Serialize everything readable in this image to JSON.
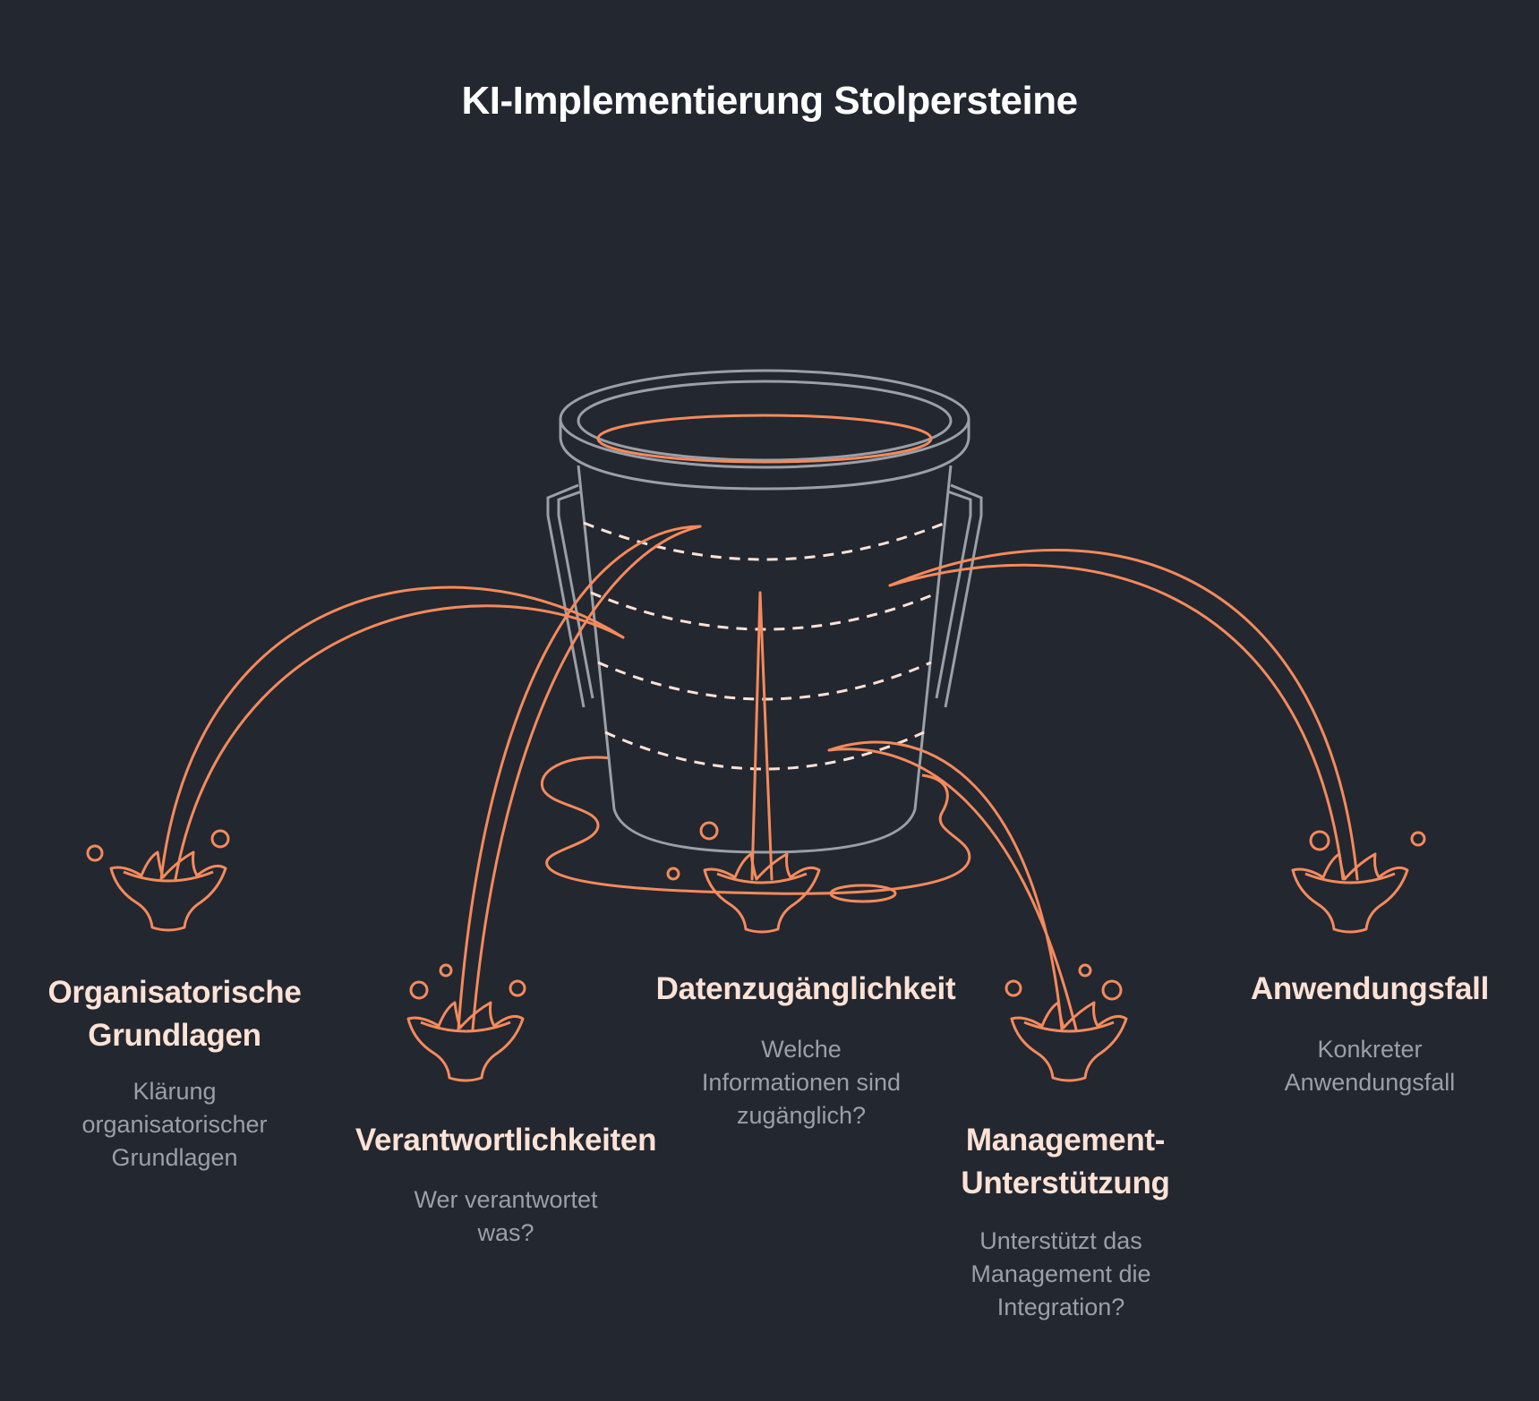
{
  "title": "KI-Implementierung Stolpersteine",
  "colors": {
    "background": "#23272f",
    "accent": "#f58a5c",
    "bucket": "#9aa0a8",
    "label": "#fde2d6",
    "description": "#9aa0a8"
  },
  "items": [
    {
      "label": "Organisatorische\nGrundlagen",
      "description": "Klärung\norganisatorischer\nGrundlagen"
    },
    {
      "label": "Verantwortlichkeiten",
      "description": "Wer verantwortet\nwas?"
    },
    {
      "label": "Datenzugänglichkeit",
      "description": "Welche\nInformationen sind\nzugänglich?"
    },
    {
      "label": "Management-\nUnterstützung",
      "description": "Unterstützt das\nManagement die\nIntegration?"
    },
    {
      "label": "Anwendungsfall",
      "description": "Konkreter\nAnwendungsfall"
    }
  ]
}
